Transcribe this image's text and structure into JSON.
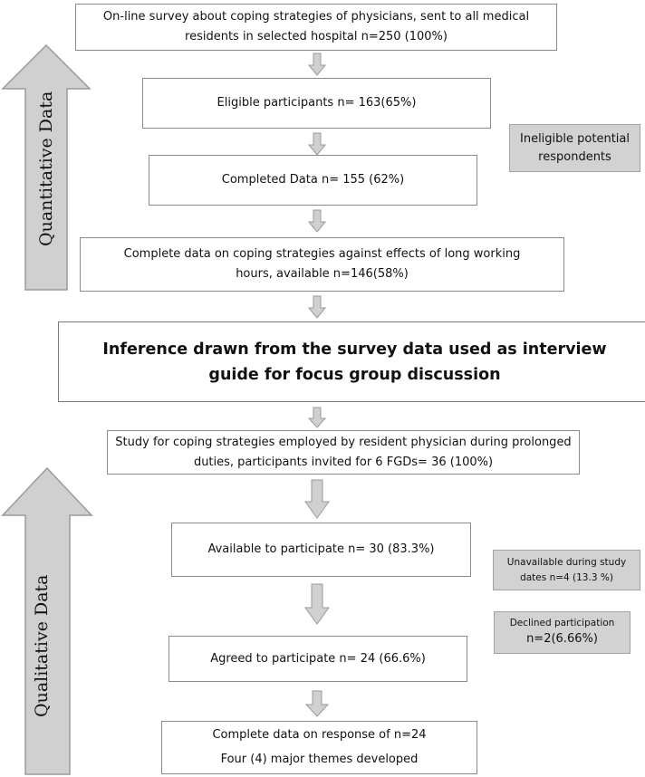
{
  "side_arrows": {
    "quantitative_label": "Quantitative Data",
    "qualitative_label": "Qualitative Data"
  },
  "flow": {
    "step1": "On-line survey about coping strategies of physicians, sent to all medical residents in selected hospital n=250 (100%)",
    "step2": "Eligible participants  n= 163(65%)",
    "step3": "Completed Data n= 155 (62%)",
    "step4": "Complete data on coping strategies against effects of long working hours, available n=146(58%)",
    "step5": "Inference drawn from the survey data used as interview guide for focus group discussion",
    "step6": "Study for coping strategies employed by resident physician during prolonged duties, participants invited for 6 FGDs= 36 (100%)",
    "step7": "Available to participate n= 30 (83.3%)",
    "step8": "Agreed to participate n= 24 (66.6%)",
    "step9_line1": "Complete data on response of n=24",
    "step9_line2": "Four (4) major themes developed"
  },
  "exclusions": {
    "ineligible": "Ineligible potential respondents",
    "unavailable": "Unavailable during study dates n=4 (13.3 %)",
    "declined_line1": "Declined participation",
    "declined_line2": "n=2(6.66%)"
  },
  "colors": {
    "box_border": "#8a8a8a",
    "arrow_fill": "#d0d0d0",
    "arrow_stroke": "#9a9a9a",
    "side_box_fill": "#d2d2d2"
  }
}
